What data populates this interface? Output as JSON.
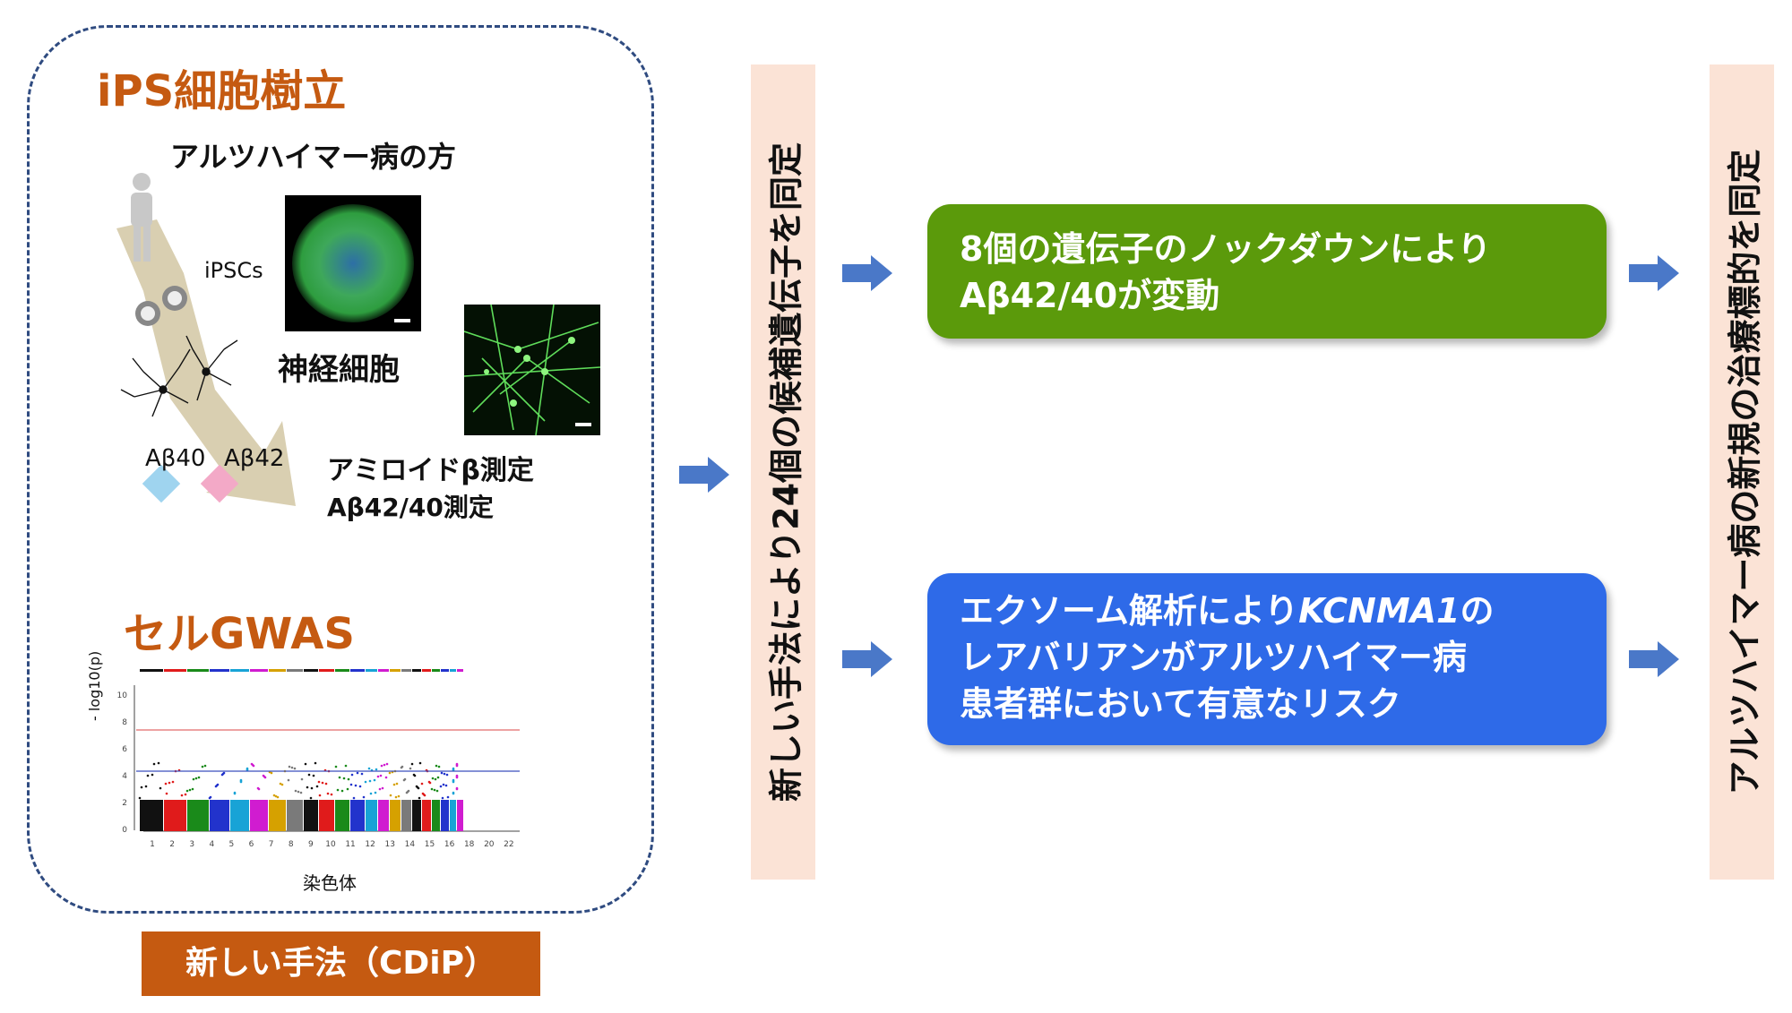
{
  "panel": {
    "ips_title": "iPS細胞樹立",
    "patient_label": "アルツハイマー病の方",
    "ipscs_label": "iPSCs",
    "neuron_label": "神経細胞",
    "ab40_label": "Aβ40",
    "ab42_label": "Aβ42",
    "amyloid_line1": "アミロイドβ測定",
    "amyloid_line2": "Aβ42/40測定",
    "gwas_title": "セルGWAS",
    "manhattan_ylabel": "- log10(p)",
    "manhattan_xlabel": "染色体",
    "y_ticks": [
      "10",
      "8",
      "6",
      "4",
      "2",
      "0"
    ],
    "x_ticks": [
      "1",
      "2",
      "3",
      "4",
      "5",
      "6",
      "7",
      "8",
      "9",
      "10",
      "11",
      "12",
      "13",
      "14",
      "15",
      "16",
      "18",
      "20",
      "22"
    ]
  },
  "method_label": "新しい手法（CDiP）",
  "strip1_text": "新しい手法により24個の候補遺伝子を同定",
  "strip2_text": "アルツハイマー病の新規の治療標的を同定",
  "box_green": {
    "line1": "8個の遺伝子のノックダウンにより",
    "line2": "Aβ42/40が変動"
  },
  "box_blue": {
    "line1_prefix": "エクソーム解析により",
    "line1_gene": "KCNMA1",
    "line1_suffix": "の",
    "line2": "レアバリアンがアルツハイマー病",
    "line3": "患者群において有意なリスク"
  },
  "colors": {
    "orange": "#c55a11",
    "green_box": "#5b9a0b",
    "blue_box": "#2e6ae8",
    "arrow": "#4a78c8",
    "strip": "#fbe3d6",
    "method_label_bg": "#c55a11"
  }
}
